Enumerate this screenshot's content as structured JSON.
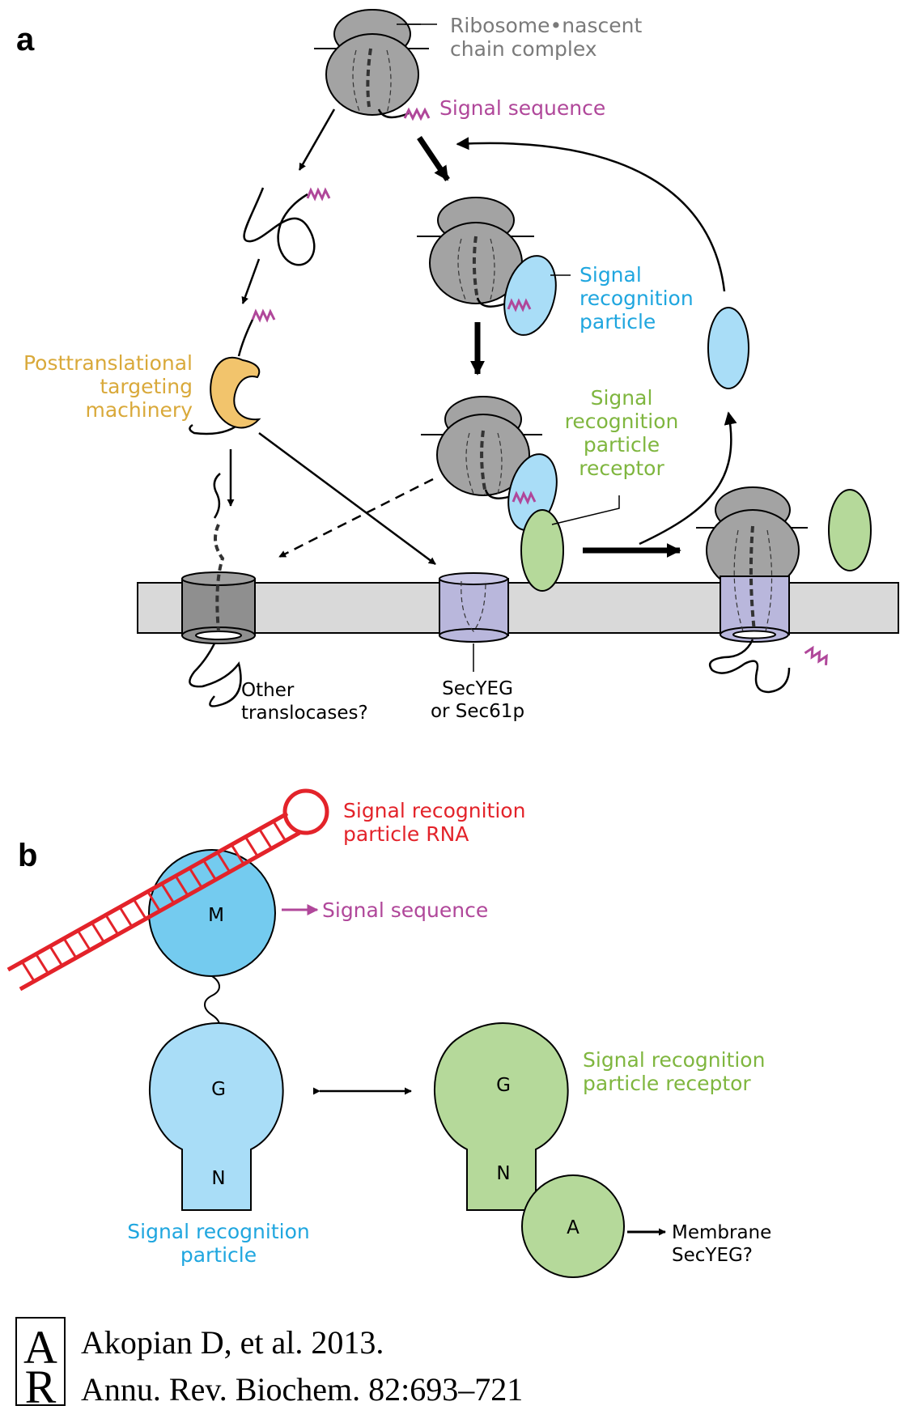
{
  "panel_a": {
    "letter": "a",
    "ribosome_label_line1": "Ribosome•nascent",
    "ribosome_label_line2": "chain complex",
    "signal_sequence": "Signal sequence",
    "srp_line1": "Signal",
    "srp_line2": "recognition",
    "srp_line3": "particle",
    "receptor_line1": "Signal",
    "receptor_line2": "recognition",
    "receptor_line3": "particle",
    "receptor_line4": "receptor",
    "post_line1": "Posttranslational",
    "post_line2": "targeting",
    "post_line3": "machinery",
    "other_line1": "Other",
    "other_line2": "translocases?",
    "secyeg_line1": "SecYEG",
    "secyeg_line2": "or Sec61p"
  },
  "panel_b": {
    "letter": "b",
    "rna_line1": "Signal recognition",
    "rna_line2": "particle RNA",
    "m_domain": "M",
    "signal_sequence": "Signal sequence",
    "srp_g": "G",
    "srp_n": "N",
    "srp_line1": "Signal recognition",
    "srp_line2": "particle",
    "rec_g": "G",
    "rec_n": "N",
    "rec_a": "A",
    "rec_line1": "Signal recognition",
    "rec_line2": "particle receptor",
    "membrane_line1": "Membrane",
    "membrane_line2": "SecYEG?"
  },
  "citation": {
    "line1": "Akopian D, et al. 2013.",
    "line2": "Annu. Rev. Biochem. 82:693–721",
    "logo_top": "A",
    "logo_bottom": "R"
  },
  "colors": {
    "gray_label": "#7a7a7a",
    "magenta": "#b0479a",
    "blue_label": "#1fa6df",
    "green_label": "#7fb63f",
    "gold_label": "#d9a93a",
    "red_rna": "#e3232a",
    "srp_fill": "#a9ddf7",
    "m_fill": "#74cbef",
    "green_fill": "#b5d99a",
    "gold_fill": "#f2c46c",
    "ribosome_fill": "#a3a3a3",
    "membrane_fill": "#d9d9d9",
    "secyeg_fill": "#b9b7dc"
  }
}
